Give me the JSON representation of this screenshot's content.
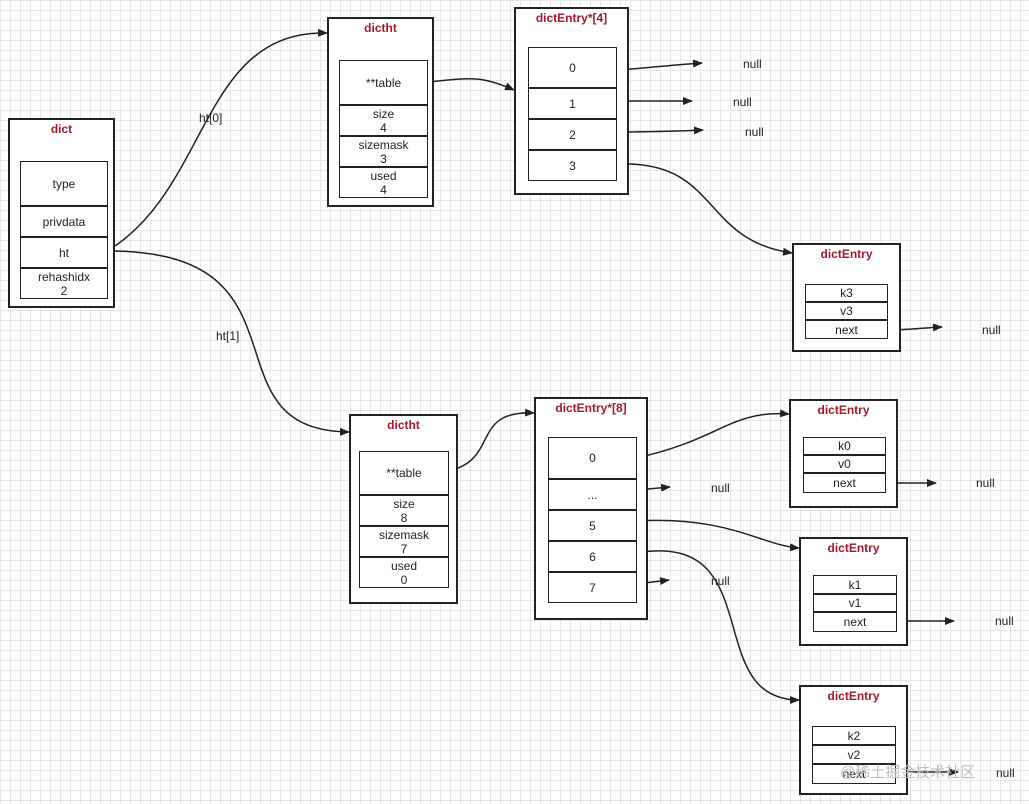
{
  "dict": {
    "title": "dict",
    "fields": [
      "type",
      "privdata",
      "ht"
    ],
    "rehashidx_label": "rehashidx",
    "rehashidx_value": "2"
  },
  "labels": {
    "ht0": "ht[0]",
    "ht1": "ht[1]",
    "null": "null"
  },
  "dictht0": {
    "title": "dictht",
    "table": "**table",
    "size_label": "size",
    "size": "4",
    "sizemask_label": "sizemask",
    "sizemask": "3",
    "used_label": "used",
    "used": "4"
  },
  "array0": {
    "title": "dictEntry*[4]",
    "slots": [
      "0",
      "1",
      "2",
      "3"
    ]
  },
  "entry3": {
    "title": "dictEntry",
    "key": "k3",
    "value": "v3",
    "next": "next"
  },
  "dictht1": {
    "title": "dictht",
    "table": "**table",
    "size_label": "size",
    "size": "8",
    "sizemask_label": "sizemask",
    "sizemask": "7",
    "used_label": "used",
    "used": "0"
  },
  "array1": {
    "title": "dictEntry*[8]",
    "slots": [
      "0",
      "...",
      "5",
      "6",
      "7"
    ]
  },
  "entry0": {
    "title": "dictEntry",
    "key": "k0",
    "value": "v0",
    "next": "next"
  },
  "entry1": {
    "title": "dictEntry",
    "key": "k1",
    "value": "v1",
    "next": "next"
  },
  "entry2": {
    "title": "dictEntry",
    "key": "k2",
    "value": "v2",
    "next": "next"
  },
  "watermark": "@稀土掘金技术社区"
}
